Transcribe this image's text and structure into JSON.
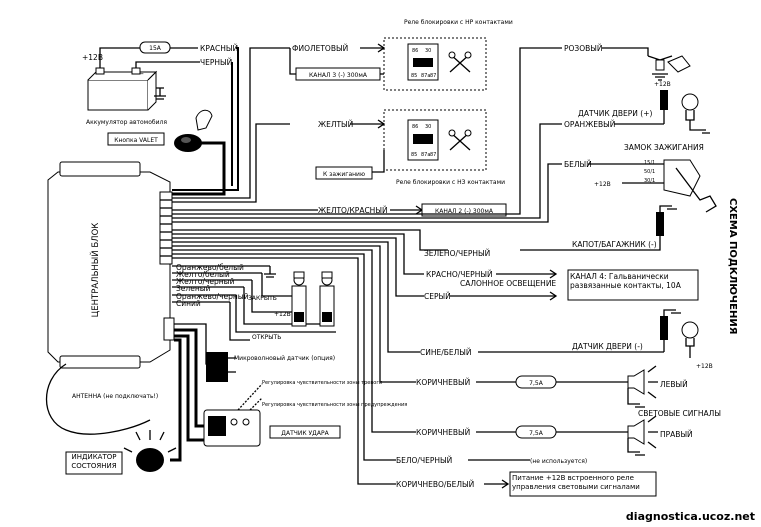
{
  "title": "СХЕМА ПОДКЛЮЧЕНИЯ",
  "watermark": "diagnostica.ucoz.net",
  "central_unit": "ЦЕНТРАЛЬНЫЙ БЛОК",
  "battery": {
    "voltage": "+12В",
    "label": "Аккумулятор автомобиля",
    "fuse": "15А"
  },
  "valet_button": "Кнопка VALET",
  "antenna": "АНТЕННА (не подключать!)",
  "indicator": "ИНДИКАТОР СОСТОЯНИЯ",
  "mic_sensor": "Микроволновый датчик (опция)",
  "shock_sensor": {
    "label": "ДАТЧИК УДАРА",
    "adj_alarm": "Регулировка чувствительности зоны тревоги",
    "adj_warn": "Регулировка чувствительности зоны предупреждения"
  },
  "relay_nr": {
    "label": "Реле блокировки с НР контактами",
    "pins": [
      "86",
      "30",
      "85",
      "87a",
      "87"
    ]
  },
  "relay_nz": {
    "label": "Реле блокировки с НЗ контактами",
    "pins": [
      "86",
      "30",
      "85",
      "87a",
      "87"
    ]
  },
  "channels": {
    "ch3": "КАНАЛ 3 (-) 300мА",
    "ch2": "КАНАЛ 2 (-) 300мА",
    "ch4": "КАНАЛ 4: Гальванически развязанные контакты, 10А",
    "ignition": "К зажиганию"
  },
  "lock_section": {
    "close": "ЗАКРЫТЬ",
    "open": "ОТКРЫТЬ",
    "plus12": "+12В"
  },
  "wires": {
    "red": "КРАСНЫЙ",
    "black": "ЧЕРНЫЙ",
    "violet": "ФИОЛЕТОВЫЙ",
    "yellow": "ЖЕЛТЫЙ",
    "yellow_red": "ЖЕЛТО/КРАСНЫЙ",
    "pink": "РОЗОВЫЙ",
    "orange": "ОРАНЖЕВЫЙ",
    "white": "БЕЛЫЙ",
    "green_black": "ЗЕЛЕНО/ЧЕРНЫЙ",
    "red_black": "КРАСНО/ЧЕРНЫЙ",
    "gray": "СЕРЫЙ",
    "blue_white": "СИНЕ/БЕЛЫЙ",
    "brown1": "КОРИЧНЕВЫЙ",
    "brown2": "КОРИЧНЕВЫЙ",
    "white_black": "БЕЛО/ЧЕРНЫЙ",
    "brown_white": "КОРИЧНЕВО/БЕЛЫЙ",
    "lock_wires": [
      "Оранжево/белый",
      "Желто/белый",
      "Желто/черный",
      "Зеленый",
      "Оранжево/черный",
      "Синий"
    ]
  },
  "outputs": {
    "door_plus": "ДАТЧИК ДВЕРИ (+)",
    "door_minus": "ДАТЧИК ДВЕРИ (-)",
    "ign_lock": "ЗАМОК ЗАЖИГАНИЯ",
    "ign_pins": [
      "15/1",
      "50/1",
      "30/1"
    ],
    "hood": "КАПОТ/БАГАЖНИК (-)",
    "salon": "САЛОННОЕ ОСВЕЩЕНИЕ",
    "left": "ЛЕВЫЙ",
    "right": "ПРАВЫЙ",
    "signals": "СВЕТОВЫЕ СИГНАЛЫ",
    "fuse": "7,5А",
    "not_used": "(не используется)",
    "relay_power": "Питание +12В встроенного реле управления световыми сигналами",
    "plus12": "+12В"
  }
}
